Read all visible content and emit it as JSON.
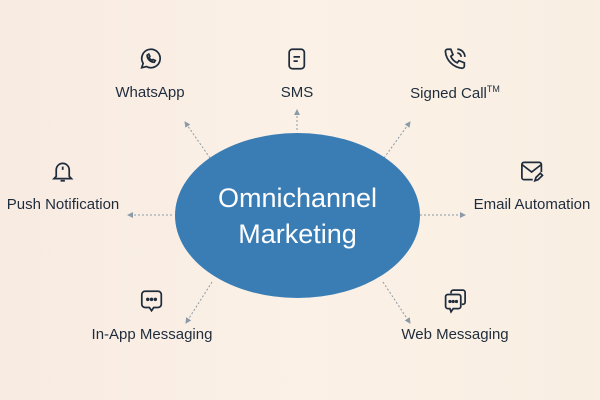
{
  "center": {
    "line1": "Omnichannel",
    "line2": "Marketing"
  },
  "channels": [
    {
      "label": "WhatsApp",
      "icon": "whatsapp-icon"
    },
    {
      "label": "SMS",
      "icon": "sms-icon"
    },
    {
      "label": "Signed Call",
      "tm": "TM",
      "icon": "phone-call-icon"
    },
    {
      "label": "Push Notification",
      "icon": "bell-icon"
    },
    {
      "label": "Email Automation",
      "icon": "email-edit-icon"
    },
    {
      "label": "In-App Messaging",
      "icon": "chat-bubble-icon"
    },
    {
      "label": "Web Messaging",
      "icon": "chat-bubbles-icon"
    }
  ],
  "colors": {
    "hub": "#3a7db5",
    "text": "#1f2c3c",
    "arrow": "#8a9aa8"
  }
}
